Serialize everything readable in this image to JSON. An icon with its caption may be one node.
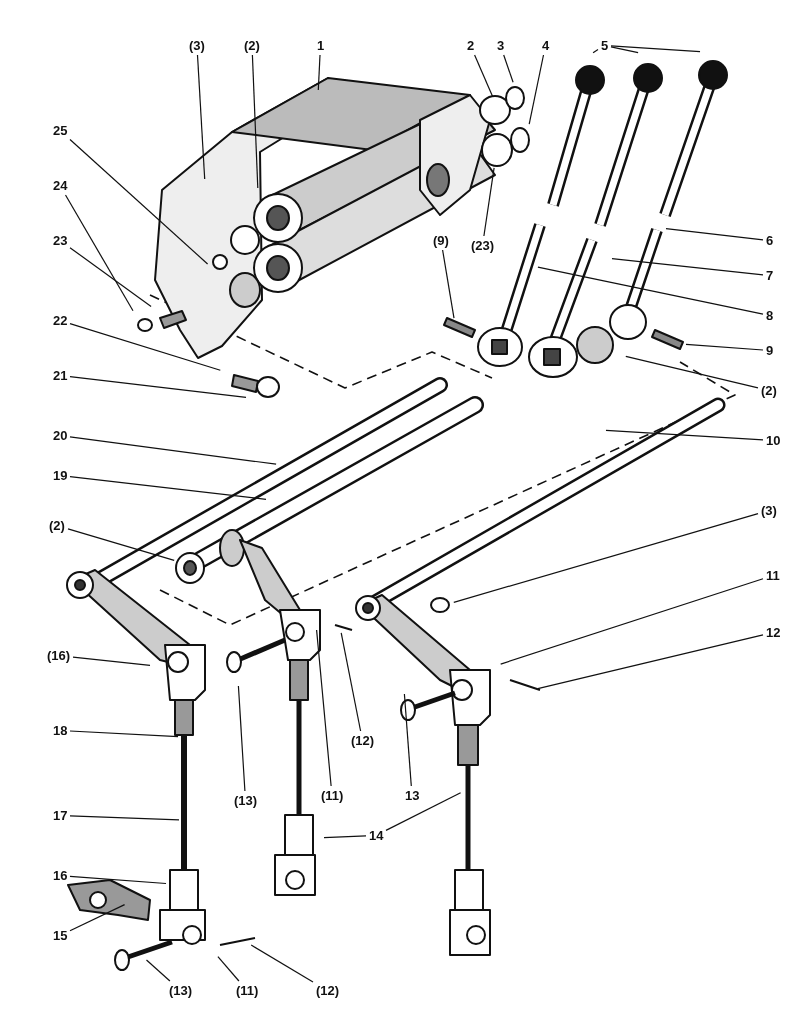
{
  "diagram": {
    "nodes": [
      {
        "text": [
          "(3)"
        ]
      },
      {
        "text": [
          "(2)"
        ]
      },
      {
        "text": [
          "1"
        ]
      },
      {
        "text": [
          "2"
        ]
      },
      {
        "text": [
          "3"
        ]
      },
      {
        "text": [
          "4"
        ]
      },
      {
        "text": [
          "5"
        ]
      },
      {
        "text": [
          "25"
        ]
      },
      {
        "text": [
          "24"
        ]
      },
      {
        "text": [
          "23"
        ]
      },
      {
        "text": [
          "(9)"
        ]
      },
      {
        "text": [
          "(23)"
        ]
      },
      {
        "text": [
          "6"
        ]
      },
      {
        "text": [
          "7"
        ]
      },
      {
        "text": [
          "8"
        ]
      },
      {
        "text": [
          "22"
        ]
      },
      {
        "text": [
          "9"
        ]
      },
      {
        "text": [
          "21"
        ]
      },
      {
        "text": [
          "(2)"
        ]
      },
      {
        "text": [
          "20"
        ]
      },
      {
        "text": [
          "10"
        ]
      },
      {
        "text": [
          "19"
        ]
      },
      {
        "text": [
          "(3)"
        ]
      },
      {
        "text": [
          "(2)"
        ]
      },
      {
        "text": [
          "11"
        ]
      },
      {
        "text": [
          "12"
        ]
      },
      {
        "text": [
          "(16)"
        ]
      },
      {
        "text": [
          "18"
        ]
      },
      {
        "text": [
          "(12)"
        ]
      },
      {
        "text": [
          "(11)"
        ]
      },
      {
        "text": [
          "(13)"
        ]
      },
      {
        "text": [
          "13"
        ]
      },
      {
        "text": [
          "17"
        ]
      },
      {
        "text": [
          "14"
        ]
      },
      {
        "text": [
          "16"
        ]
      },
      {
        "text": [
          "15"
        ]
      },
      {
        "text": [
          "(13)"
        ]
      },
      {
        "text": [
          "(11)"
        ]
      },
      {
        "text": [
          "(12)"
        ]
      }
    ],
    "edges": [
      {
        "from": 0,
        "to": null,
        "arrow": "none"
      },
      {
        "from": 1,
        "to": null,
        "arrow": "none"
      },
      {
        "from": 2,
        "to": null,
        "arrow": "none"
      },
      {
        "from": 3,
        "to": null,
        "arrow": "none"
      },
      {
        "from": 4,
        "to": null,
        "arrow": "none"
      },
      {
        "from": 5,
        "to": null,
        "arrow": "none"
      },
      {
        "from": 6,
        "to": null,
        "arrow": "none"
      },
      {
        "from": 6,
        "to": null,
        "arrow": "none"
      },
      {
        "from": 6,
        "to": null,
        "arrow": "none"
      },
      {
        "from": 7,
        "to": null,
        "arrow": "none"
      },
      {
        "from": 8,
        "to": null,
        "arrow": "none"
      },
      {
        "from": 9,
        "to": null,
        "arrow": "none"
      },
      {
        "from": 10,
        "to": null,
        "arrow": "none"
      },
      {
        "from": 11,
        "to": null,
        "arrow": "none"
      },
      {
        "from": 12,
        "to": null,
        "arrow": "none"
      },
      {
        "from": 13,
        "to": null,
        "arrow": "none"
      },
      {
        "from": 14,
        "to": null,
        "arrow": "none"
      },
      {
        "from": 15,
        "to": null,
        "arrow": "none"
      },
      {
        "from": 16,
        "to": null,
        "arrow": "none"
      },
      {
        "from": 17,
        "to": null,
        "arrow": "none"
      },
      {
        "from": 18,
        "to": null,
        "arrow": "none"
      },
      {
        "from": 19,
        "to": null,
        "arrow": "none"
      },
      {
        "from": 20,
        "to": null,
        "arrow": "none"
      },
      {
        "from": 21,
        "to": null,
        "arrow": "none"
      },
      {
        "from": 22,
        "to": null,
        "arrow": "none"
      },
      {
        "from": 23,
        "to": null,
        "arrow": "none"
      },
      {
        "from": 24,
        "to": null,
        "arrow": "none"
      },
      {
        "from": 25,
        "to": null,
        "arrow": "none"
      },
      {
        "from": 26,
        "to": null,
        "arrow": "none"
      },
      {
        "from": 27,
        "to": null,
        "arrow": "none"
      },
      {
        "from": 28,
        "to": null,
        "arrow": "none"
      },
      {
        "from": 29,
        "to": null,
        "arrow": "none"
      },
      {
        "from": 30,
        "to": null,
        "arrow": "none"
      },
      {
        "from": 31,
        "to": null,
        "arrow": "none"
      },
      {
        "from": 32,
        "to": null,
        "arrow": "none"
      },
      {
        "from": 33,
        "to": null,
        "arrow": "none"
      },
      {
        "from": 33,
        "to": null,
        "arrow": "none"
      },
      {
        "from": 34,
        "to": null,
        "arrow": "none"
      },
      {
        "from": 35,
        "to": null,
        "arrow": "none"
      },
      {
        "from": 36,
        "to": null,
        "arrow": "none"
      },
      {
        "from": 37,
        "to": null,
        "arrow": "none"
      },
      {
        "from": 38,
        "to": null,
        "arrow": "none"
      }
    ]
  }
}
